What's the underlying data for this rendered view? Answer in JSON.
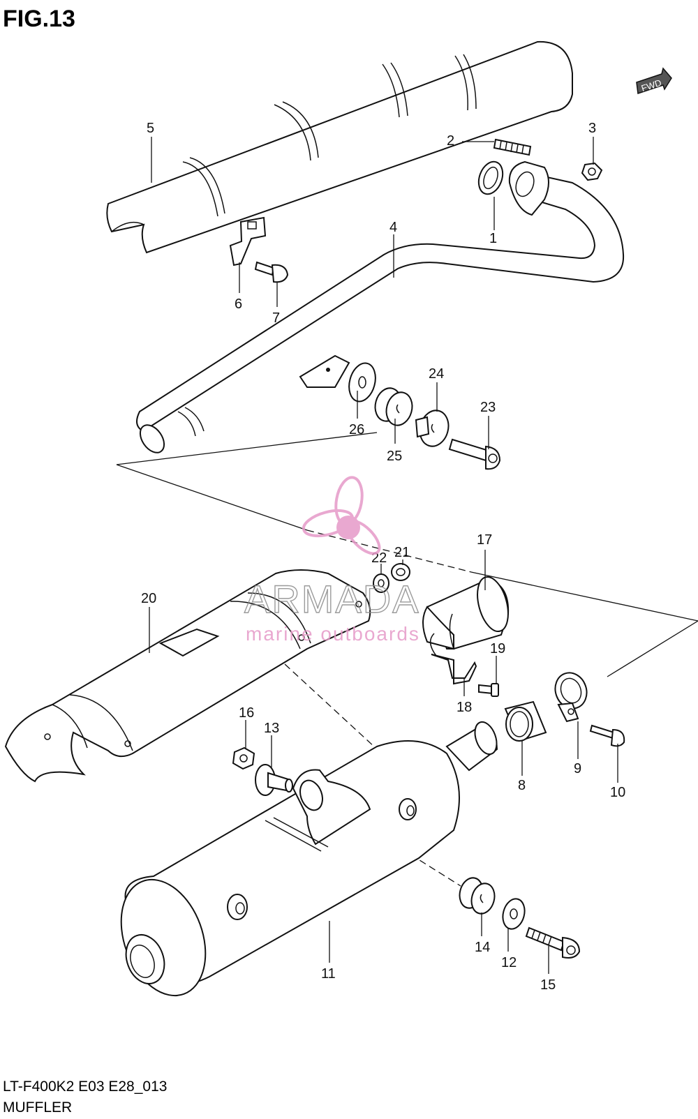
{
  "figure": {
    "title": "FIG.13",
    "code": "LT-F400K2 E03 E28_013",
    "name": "MUFFLER"
  },
  "fwd_badge": "FWD",
  "watermark": {
    "brand": "ARMADA",
    "tagline": "marine outboards",
    "color": "#e69ac8"
  },
  "callouts": {
    "p1": "1",
    "p2": "2",
    "p3": "3",
    "p4": "4",
    "p5": "5",
    "p6": "6",
    "p7": "7",
    "p8": "8",
    "p9": "9",
    "p10": "10",
    "p11": "11",
    "p12": "12",
    "p13": "13",
    "p14": "14",
    "p15": "15",
    "p16": "16",
    "p17": "17",
    "p18": "18",
    "p19": "19",
    "p20": "20",
    "p21": "21",
    "p22": "22",
    "p23": "23",
    "p24": "24",
    "p25": "25",
    "p26": "26"
  }
}
